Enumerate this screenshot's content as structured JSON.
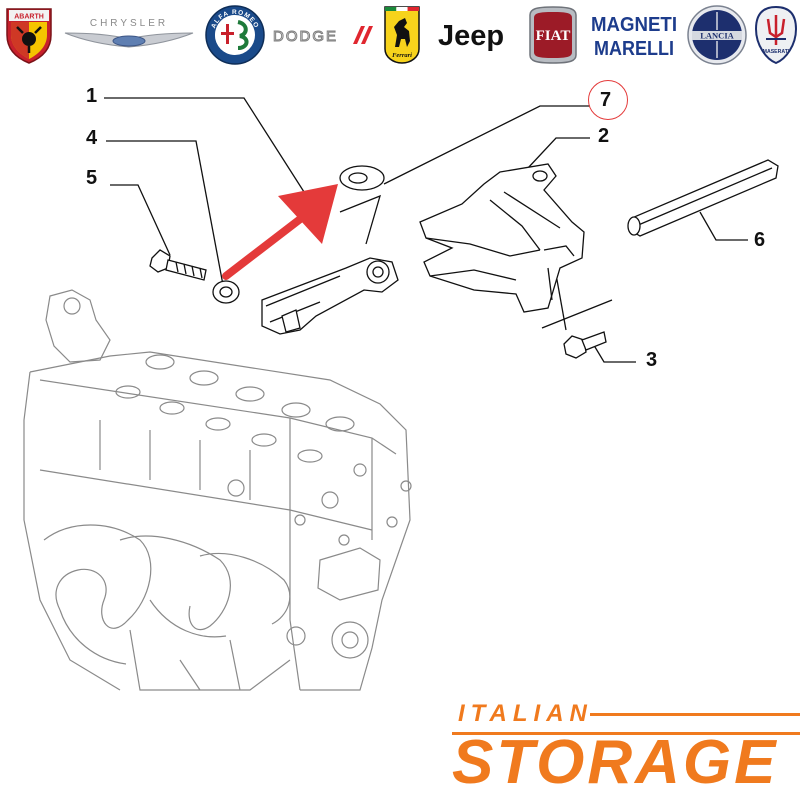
{
  "brands": [
    {
      "id": "abarth",
      "text": "ABARTH",
      "icon": "abarth-scorpion-shield"
    },
    {
      "id": "chrysler",
      "text": "CHRYSLER",
      "icon": "chrysler-wings"
    },
    {
      "id": "alfa-romeo",
      "text": "ALFA ROMEO",
      "icon": "alfa-romeo-roundel"
    },
    {
      "id": "dodge",
      "text": "DODGE",
      "icon": "dodge-stripes"
    },
    {
      "id": "ferrari",
      "text": "Ferrari",
      "icon": "prancing-horse-shield"
    },
    {
      "id": "jeep",
      "text": "Jeep",
      "icon": "jeep-wordmark"
    },
    {
      "id": "fiat",
      "text": "FIAT",
      "icon": "fiat-badge"
    },
    {
      "id": "magneti-marelli",
      "line1": "MAGNETI",
      "line2": "MARELLI",
      "icon": "magneti-marelli-wordmark"
    },
    {
      "id": "lancia",
      "text": "LANCIA",
      "icon": "lancia-shield"
    },
    {
      "id": "maserati",
      "text": "MASERATI",
      "icon": "maserati-trident"
    }
  ],
  "callouts": [
    "1",
    "2",
    "3",
    "4",
    "5",
    "6",
    "7"
  ],
  "highlight": {
    "callout": "7",
    "color": "#e43a3a"
  },
  "store": {
    "line1": "ITALIAN",
    "line2": "STORAGE",
    "color": "#f07a1e"
  }
}
